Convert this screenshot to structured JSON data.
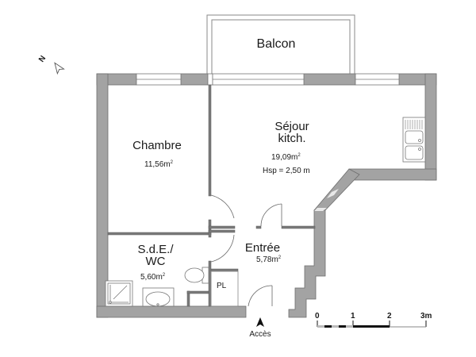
{
  "plan": {
    "wall_color": "#9e9e9e",
    "wall_edge_color": "#6e6e6e",
    "line_color": "#555555",
    "rooms": [
      {
        "id": "balcon",
        "name": "Balcon"
      },
      {
        "id": "chambre",
        "name": "Chambre",
        "area": "11,56m",
        "area_unit_sup": "2"
      },
      {
        "id": "sejour",
        "name_line1": "Séjour",
        "name_line2": "kitch.",
        "area": "19,09m",
        "area_unit_sup": "2",
        "ceiling_height": "Hsp = 2,50 m"
      },
      {
        "id": "sde",
        "name_line1": "S.d.E./",
        "name_line2": "WC",
        "area": "5,60m",
        "area_unit_sup": "2"
      },
      {
        "id": "entree",
        "name": "Entrée",
        "area": "5,78m",
        "area_unit_sup": "2"
      },
      {
        "id": "placard",
        "name": "PL"
      }
    ],
    "access_label": "Accès",
    "north_label": "N"
  },
  "scale_bar": {
    "ticks": [
      "0",
      "1",
      "2",
      "3m"
    ]
  }
}
